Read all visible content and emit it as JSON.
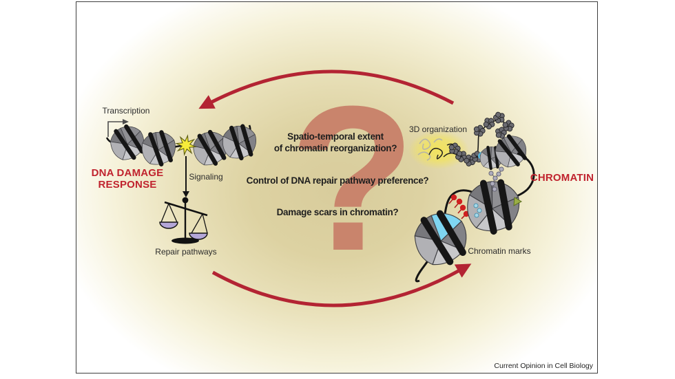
{
  "left_panel": {
    "transcription_label": "Transcription",
    "title_line1": "DNA DAMAGE",
    "title_line2": "RESPONSE",
    "signaling_label": "Signaling",
    "repair_label": "Repair pathways"
  },
  "center_panel": {
    "question_mark": "?",
    "question1_line1": "Spatio-temporal extent",
    "question1_line2": "of chromatin reorganization?",
    "question2": "Control of DNA repair pathway preference?",
    "question3": "Damage scars in chromatin?"
  },
  "right_panel": {
    "organization_label": "3D organization",
    "marks_label": "Chromatin marks",
    "title": "CHROMATIN"
  },
  "footer": {
    "journal": "Current Opinion in Cell Biology"
  },
  "colors": {
    "accent_red": "#c0232e",
    "arrow_red": "#b32433",
    "question_mark": "#c9846c",
    "star_yellow": "#f6ec3a",
    "glow_yellow": "#f1e35f",
    "pan_purple": "#b4a6d8",
    "variant_cyan": "#7fd6f2",
    "mark_red": "#cf2020",
    "mark_green": "#9aae46",
    "mark_blue": "#a5d9ea"
  }
}
